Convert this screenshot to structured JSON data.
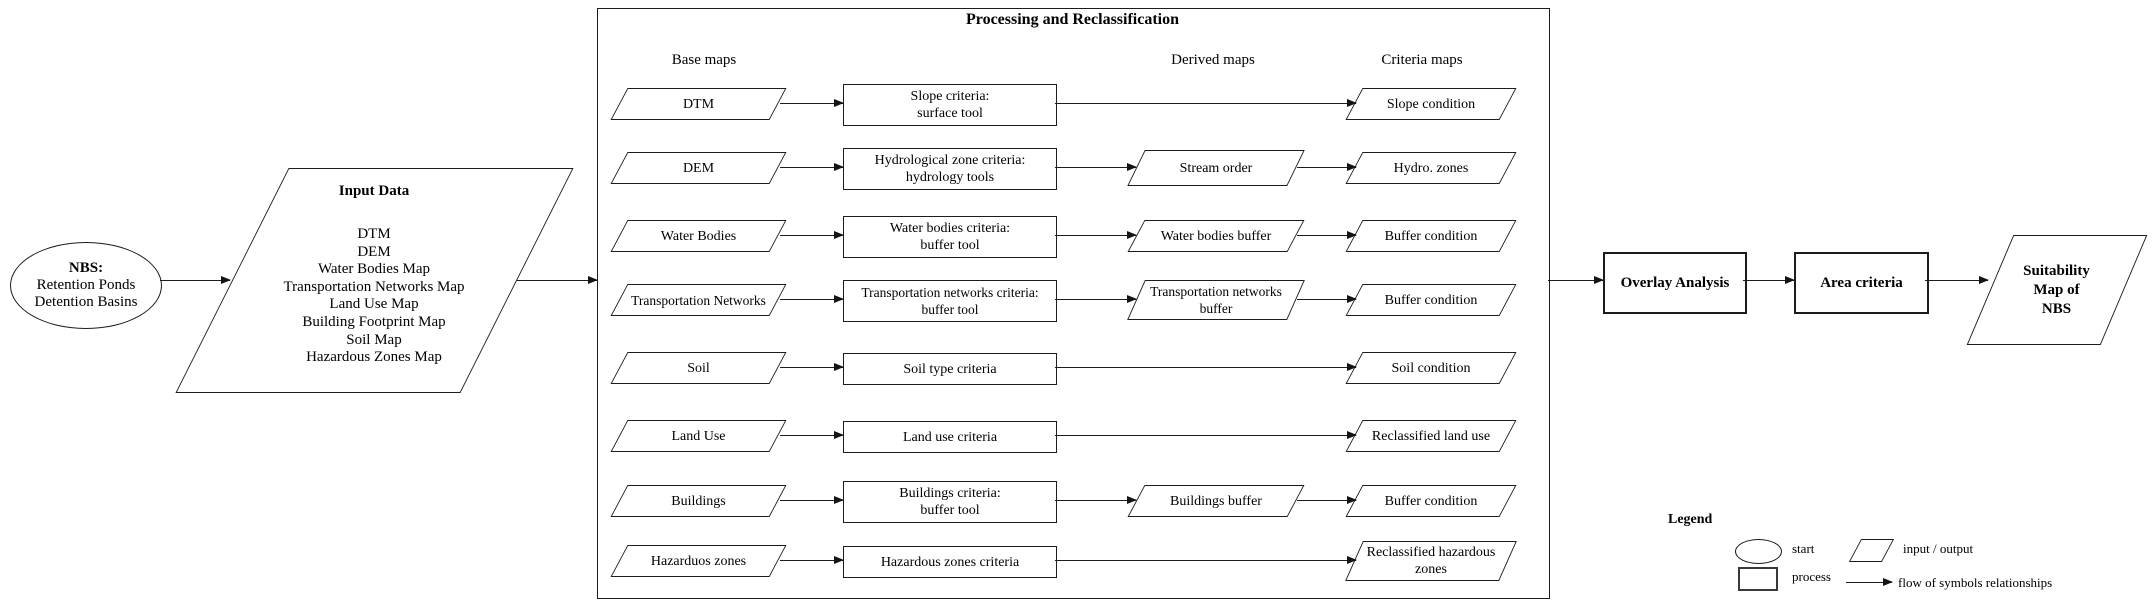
{
  "palette": {
    "line": "#1c1c1c",
    "background": "#ffffff",
    "text": "#000000"
  },
  "start_node": {
    "title": "NBS:",
    "line1": "Retention Ponds",
    "line2": "Detention Basins"
  },
  "input_node": {
    "title": "Input Data",
    "items": [
      "DTM",
      "DEM",
      "Water Bodies Map",
      "Transportation Networks Map",
      "Land Use Map",
      "Building Footprint Map",
      "Soil Map",
      "Hazardous Zones Map"
    ]
  },
  "process_section": {
    "title": "Processing and Reclassification",
    "column_headers": {
      "base": "Base maps",
      "derived": "Derived maps",
      "criteria": "Criteria maps"
    },
    "rows": [
      {
        "base": "DTM",
        "process": "Slope criteria:\nsurface tool",
        "derived": "",
        "criteria": "Slope condition"
      },
      {
        "base": "DEM",
        "process": "Hydrological zone criteria:\nhydrology tools",
        "derived": "Stream order",
        "criteria": "Hydro. zones"
      },
      {
        "base": "Water Bodies",
        "process": "Water bodies criteria:\nbuffer tool",
        "derived": "Water bodies buffer",
        "criteria": "Buffer condition"
      },
      {
        "base": "Transportation Networks",
        "process": "Transportation networks criteria:\nbuffer tool",
        "derived": "Transportation networks\nbuffer",
        "criteria": "Buffer condition"
      },
      {
        "base": "Soil",
        "process": "Soil type criteria",
        "derived": "",
        "criteria": "Soil condition"
      },
      {
        "base": "Land Use",
        "process": "Land use criteria",
        "derived": "",
        "criteria": "Reclassified land use"
      },
      {
        "base": "Buildings",
        "process": "Buildings criteria:\nbuffer tool",
        "derived": "Buildings buffer",
        "criteria": "Buffer condition"
      },
      {
        "base": "Hazarduos zones",
        "process": "Hazardous zones criteria",
        "derived": "",
        "criteria": "Reclassified hazardous\nzones"
      }
    ]
  },
  "output_chain": {
    "overlay": "Overlay Analysis",
    "area": "Area criteria",
    "result": "Suitability\nMap of\nNBS"
  },
  "legend": {
    "title": "Legend",
    "start": "start",
    "process": "process",
    "input_output": "input / output",
    "flow": "flow of symbols relationships"
  }
}
